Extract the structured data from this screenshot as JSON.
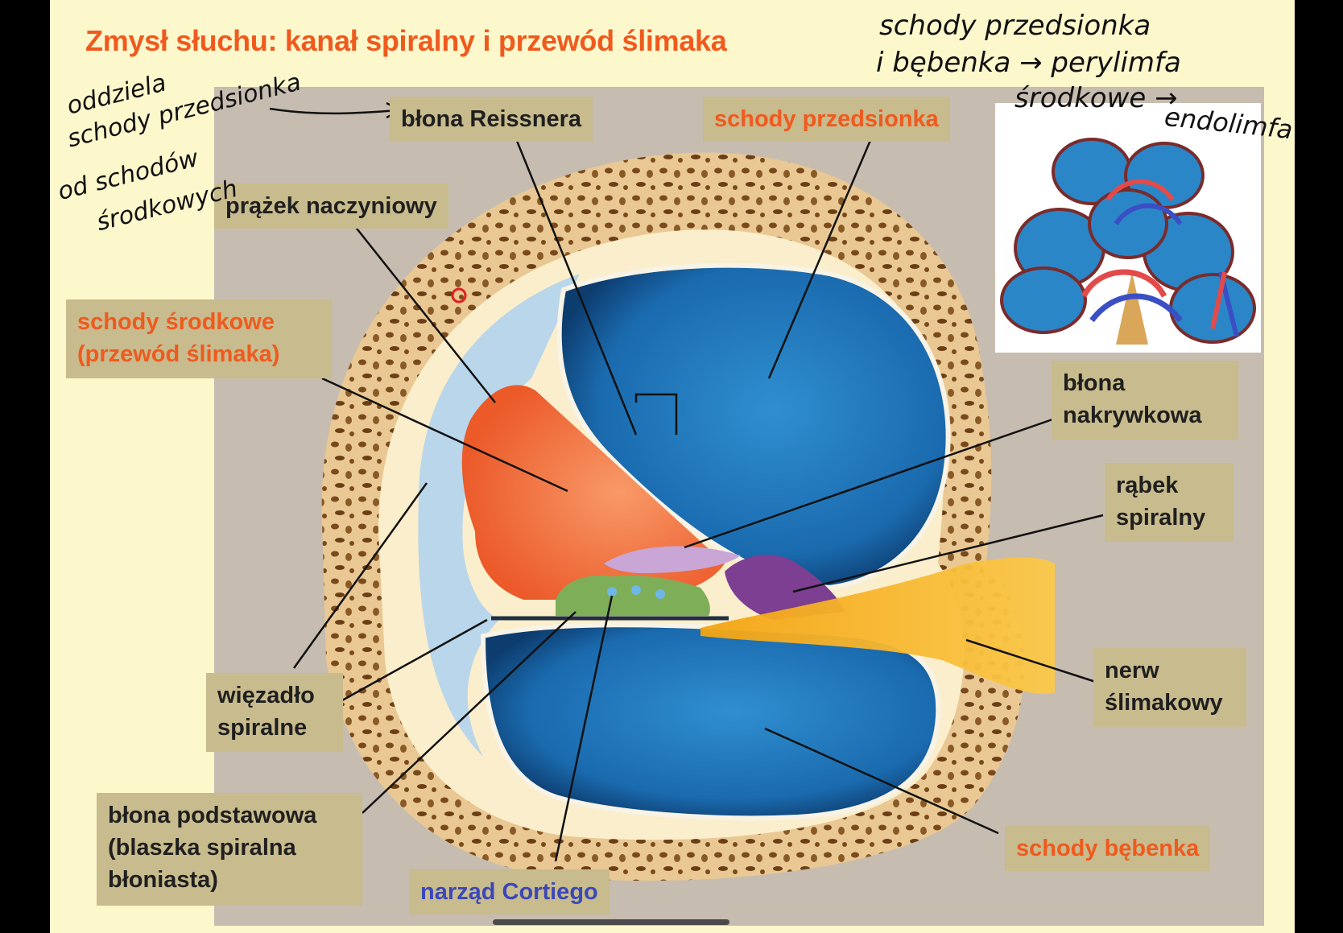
{
  "slide": {
    "title": "Zmysł słuchu: kanał spiralny i przewód ślimaka"
  },
  "labels": {
    "blona_reissnera": "błona Reissnera",
    "schody_przedsionka": "schody przedsionka",
    "prazek_naczyniowy": "prążek naczyniowy",
    "schody_srodkowe_1": "schody środkowe",
    "schody_srodkowe_2": "(przewód ślimaka)",
    "blona_nakrywkowa_1": "błona",
    "blona_nakrywkowa_2": "nakrywkowa",
    "rabek_spiralny_1": "rąbek",
    "rabek_spiralny_2": "spiralny",
    "nerw_slimakowy_1": "nerw",
    "nerw_slimakowy_2": "ślimakowy",
    "wiezadlo_spiralne_1": "więzadło",
    "wiezadlo_spiralne_2": "spiralne",
    "blona_podstawowa_1": "błona podstawowa",
    "blona_podstawowa_2": "(blaszka spiralna",
    "blona_podstawowa_3": "błoniasta)",
    "narzad_cortiego": "narząd Cortiego",
    "schody_bebenka": "schody bębenka"
  },
  "handwriting": {
    "left_1": "oddziela",
    "left_2": "schody przedsionka",
    "left_3": "od schodów",
    "left_4": "środkowych",
    "right_1": "schody przedsionka",
    "right_2": "i bębenka → perylimfa",
    "right_3": "środkowe →",
    "right_4": "endolimfa"
  },
  "colors": {
    "title": "#ef5a1e",
    "label_box": "#c8bb8d",
    "label_orange": "#ef5a1e",
    "label_blue": "#3a48b8",
    "scala_blue": "#1f74b8",
    "duct_orange": "#f4804e",
    "bone": "#e8c790",
    "nerve": "#f2b21a"
  }
}
